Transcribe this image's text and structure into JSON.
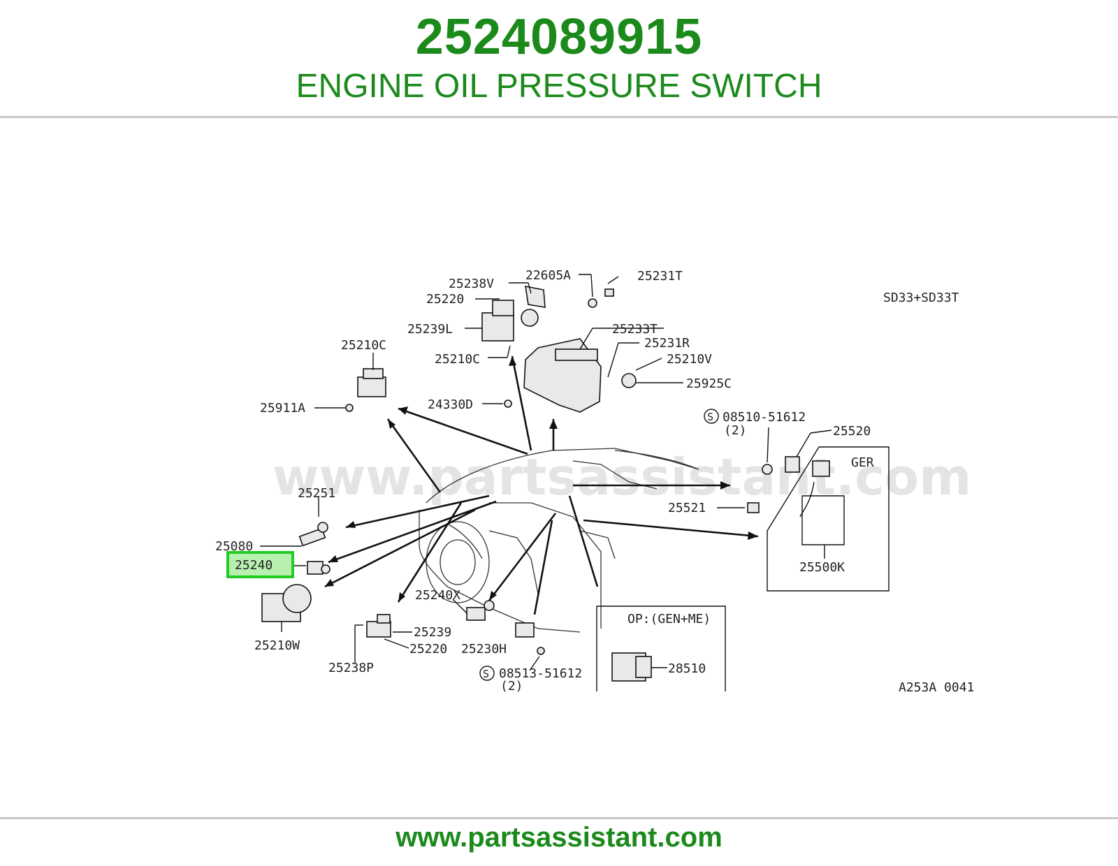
{
  "header": {
    "part_number": "2524089915",
    "part_name": "ENGINE OIL PRESSURE SWITCH"
  },
  "diagram": {
    "engine_code": "SD33+SD33T",
    "figure_code": "A253A 0041",
    "watermark": "www.partsassistant.com",
    "highlight_color": "#22cc22",
    "labels": {
      "l25238v": "25238V",
      "l22605a": "22605A",
      "l25231t": "25231T",
      "l25220a": "25220",
      "l25239l": "25239L",
      "l25233t": "25233T",
      "l25231r": "25231R",
      "l25210c_top": "25210C",
      "l25210v": "25210V",
      "l25210c_left": "25210C",
      "l25925c": "25925C",
      "l24330d": "24330D",
      "l25911a": "25911A",
      "l08510": "08510-51612",
      "l08510_qty": "(2)",
      "l25520": "25520",
      "l25251": "25251",
      "l25521": "25521",
      "l25080": "25080",
      "l25240": "25240",
      "l25240x": "25240X",
      "l25239": "25239",
      "l25210w": "25210W",
      "l25220b": "25220",
      "l25230h": "25230H",
      "l25238p": "25238P",
      "l08513": "08513-51612",
      "l08513_qty": "(2)",
      "l25500k": "25500K",
      "ger_box": "GER",
      "op_box": "OP:(GEN+ME)",
      "l28510": "28510",
      "s1": "S",
      "s2": "S"
    }
  },
  "footer": {
    "url": "www.partsassistant.com"
  }
}
